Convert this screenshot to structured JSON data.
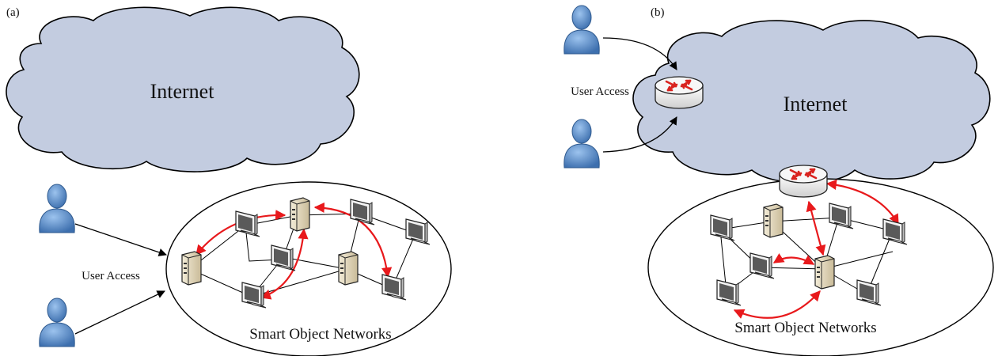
{
  "panel_a": {
    "label": "(a)",
    "cloud_label": "Internet",
    "user_access_label": "User Access",
    "network_label": "Smart Object Networks"
  },
  "panel_b": {
    "label": "(b)",
    "cloud_label": "Internet",
    "user_access_label": "User Access",
    "network_label": "Smart Object Networks"
  },
  "colors": {
    "cloud_fill": "#c3cce0",
    "user_icon": "#5b8fcc",
    "link_highlight": "#e8191c",
    "router_arrows": "#d9231f"
  },
  "icons": {
    "user": "person-icon",
    "router": "router-icon",
    "server": "server-icon",
    "monitor": "monitor-icon"
  }
}
